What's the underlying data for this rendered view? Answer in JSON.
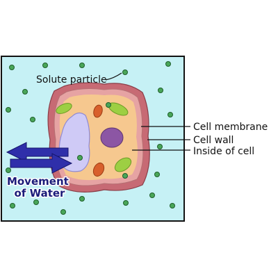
{
  "labels": {
    "solute_particle": "Solute particle",
    "cell_membrane": "Cell membrane",
    "cell_wall": "Cell wall",
    "inside_of_cell": "Inside of cell",
    "movement_line1": "Movement",
    "movement_line2": "of Water"
  },
  "colors": {
    "solution": "#c6f1f5",
    "cell_wall": "#c76a74",
    "cell_membrane": "#e6a3a3",
    "cytoplasm": "#f6c88f",
    "vacuole": "#cfcaf6",
    "chloroplast": "#9dcf43",
    "nucleus": "#8c56a4",
    "mitochondrion": "#d8602c",
    "particle": "#49a659",
    "arrow": "#2f2faa"
  }
}
